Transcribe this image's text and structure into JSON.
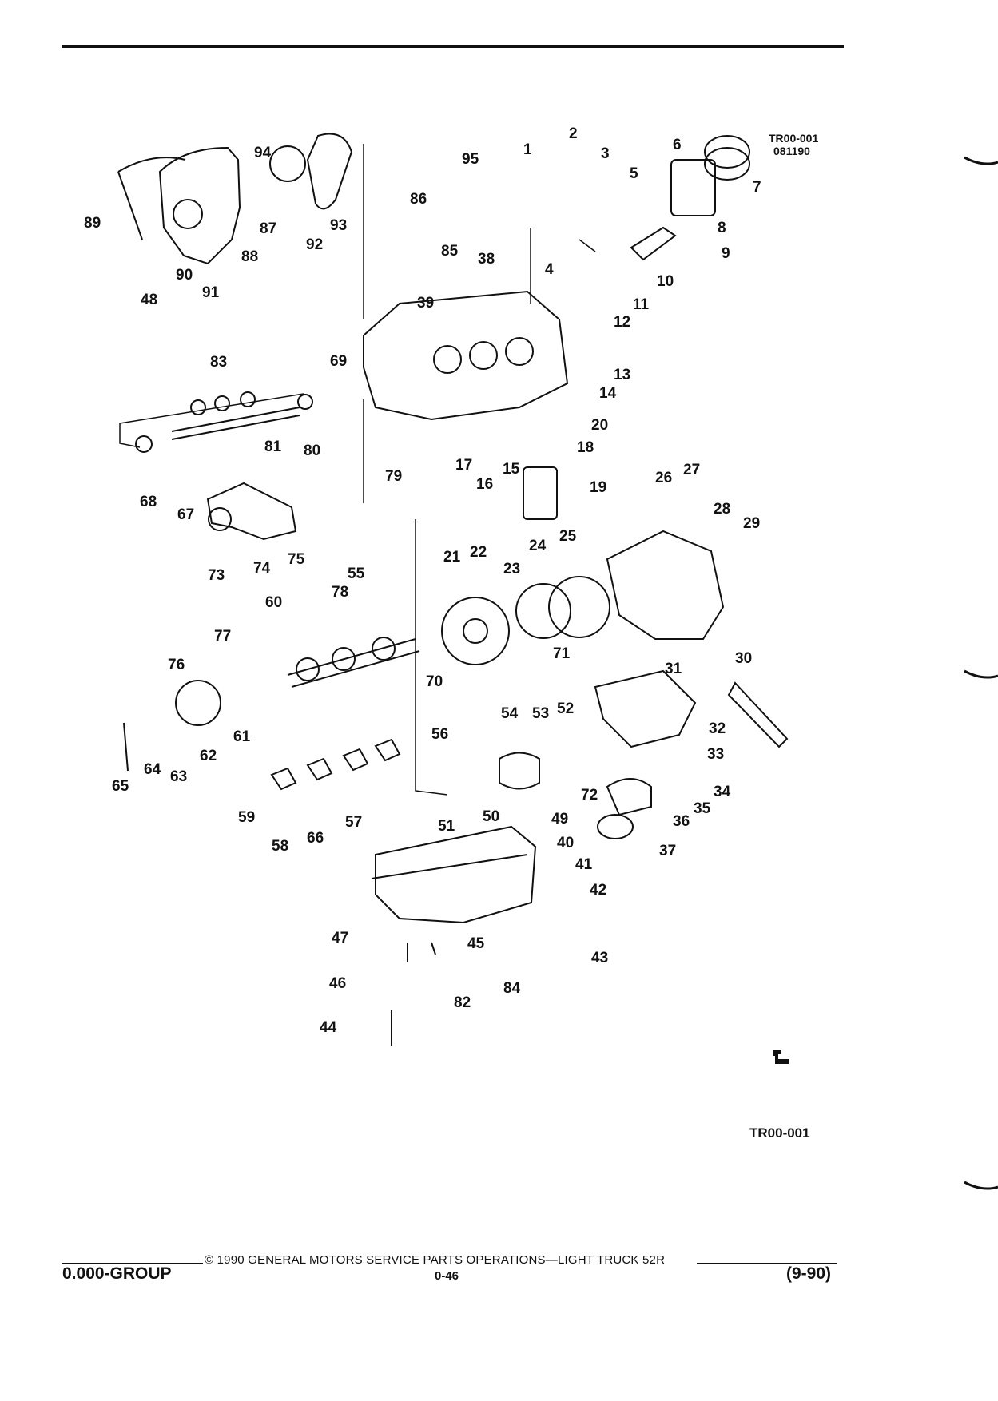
{
  "figure": {
    "id_code": "TR00-001",
    "id_date": "081190",
    "caption_id": "TR00-001"
  },
  "callouts": [
    "1",
    "2",
    "3",
    "4",
    "5",
    "6",
    "7",
    "8",
    "9",
    "10",
    "11",
    "12",
    "13",
    "14",
    "15",
    "16",
    "17",
    "18",
    "19",
    "20",
    "21",
    "22",
    "23",
    "24",
    "25",
    "26",
    "27",
    "28",
    "29",
    "30",
    "31",
    "32",
    "33",
    "34",
    "35",
    "36",
    "37",
    "38",
    "39",
    "40",
    "41",
    "42",
    "43",
    "44",
    "45",
    "46",
    "47",
    "48",
    "49",
    "50",
    "51",
    "52",
    "53",
    "54",
    "55",
    "56",
    "57",
    "58",
    "59",
    "60",
    "61",
    "62",
    "63",
    "64",
    "65",
    "66",
    "67",
    "68",
    "69",
    "70",
    "71",
    "72",
    "73",
    "74",
    "75",
    "76",
    "77",
    "78",
    "79",
    "80",
    "81",
    "82",
    "83",
    "84",
    "85",
    "86",
    "87",
    "88",
    "89",
    "90",
    "91",
    "92",
    "93",
    "94",
    "95"
  ],
  "footer": {
    "copyright": "© 1990 GENERAL MOTORS SERVICE PARTS OPERATIONS—LIGHT TRUCK 52R",
    "group": "0.000-GROUP",
    "page": "0-46",
    "date": "(9-90)"
  },
  "logo_icon": "gm-spo-logo-icon"
}
